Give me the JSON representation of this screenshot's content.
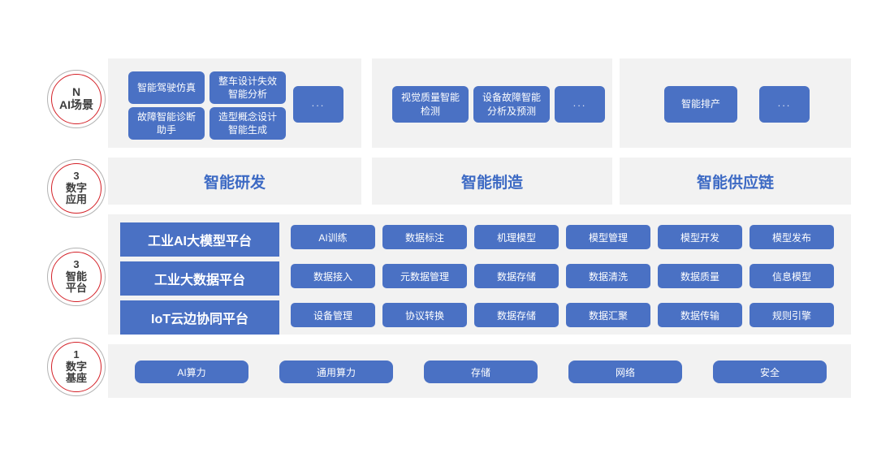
{
  "theme": {
    "page_background": "#ffffff",
    "panel_background": "#f2f2f2",
    "accent_blue": "#4a71c4",
    "title_blue": "#3d6ac4",
    "badge_ring_outer": "#b3b3b3",
    "badge_ring_inner": "#d42027",
    "badge_text": "#3d3d3d",
    "tile_text": "#ffffff"
  },
  "badges": [
    {
      "name": "ai-scenario",
      "lines": [
        "N",
        "AI场景"
      ]
    },
    {
      "name": "digital-application",
      "lines": [
        "3",
        "数字",
        "应用"
      ]
    },
    {
      "name": "intelligent-platform",
      "lines": [
        "3",
        "智能",
        "平台"
      ]
    },
    {
      "name": "digital-foundation",
      "lines": [
        "1",
        "数字",
        "基座"
      ]
    }
  ],
  "scenario_row": {
    "groups": [
      {
        "name": "rd-scenarios",
        "tiles": [
          {
            "label": "智能驾驶仿真",
            "kind": "text"
          },
          {
            "label": "整车设计失效\n智能分析",
            "line1": "整车设计失效",
            "line2": "智能分析",
            "kind": "text"
          },
          {
            "label": "故障智能诊断\n助手",
            "line1": "故障智能诊断",
            "line2": "助手",
            "kind": "text"
          },
          {
            "label": "造型概念设计\n智能生成",
            "line1": "造型概念设计",
            "line2": "智能生成",
            "kind": "text"
          },
          {
            "label": "...",
            "kind": "dots"
          }
        ]
      },
      {
        "name": "manufacturing-scenarios",
        "tiles": [
          {
            "label": "视觉质量智能\n检测",
            "line1": "视觉质量智能",
            "line2": "检测",
            "kind": "text"
          },
          {
            "label": "设备故障智能\n分析及预测",
            "line1": "设备故障智能",
            "line2": "分析及预测",
            "kind": "text"
          },
          {
            "label": "...",
            "kind": "dots"
          }
        ]
      },
      {
        "name": "supply-chain-scenarios",
        "tiles": [
          {
            "label": "智能排产",
            "kind": "text"
          },
          {
            "label": "...",
            "kind": "dots"
          }
        ]
      }
    ]
  },
  "application_row": {
    "sections": [
      {
        "name": "intelligent-rd",
        "title": "智能研发"
      },
      {
        "name": "intelligent-manufacturing",
        "title": "智能制造"
      },
      {
        "name": "intelligent-supply-chain",
        "title": "智能供应链"
      }
    ]
  },
  "platform_row": {
    "platforms": [
      {
        "name": "industrial-ai-large-model-platform",
        "title": "工业AI大模型平台",
        "capabilities": [
          "AI训练",
          "数据标注",
          "机理模型",
          "模型管理",
          "模型开发",
          "模型发布"
        ]
      },
      {
        "name": "industrial-big-data-platform",
        "title": "工业大数据平台",
        "capabilities": [
          "数据接入",
          "元数据管理",
          "数据存储",
          "数据清洗",
          "数据质量",
          "信息模型"
        ]
      },
      {
        "name": "iot-cloud-edge-platform",
        "title": "IoT云边协同平台",
        "capabilities": [
          "设备管理",
          "协议转换",
          "数据存储",
          "数据汇聚",
          "数据传输",
          "规则引擎"
        ]
      }
    ]
  },
  "foundation_row": {
    "items": [
      "AI算力",
      "通用算力",
      "存储",
      "网络",
      "安全"
    ]
  }
}
